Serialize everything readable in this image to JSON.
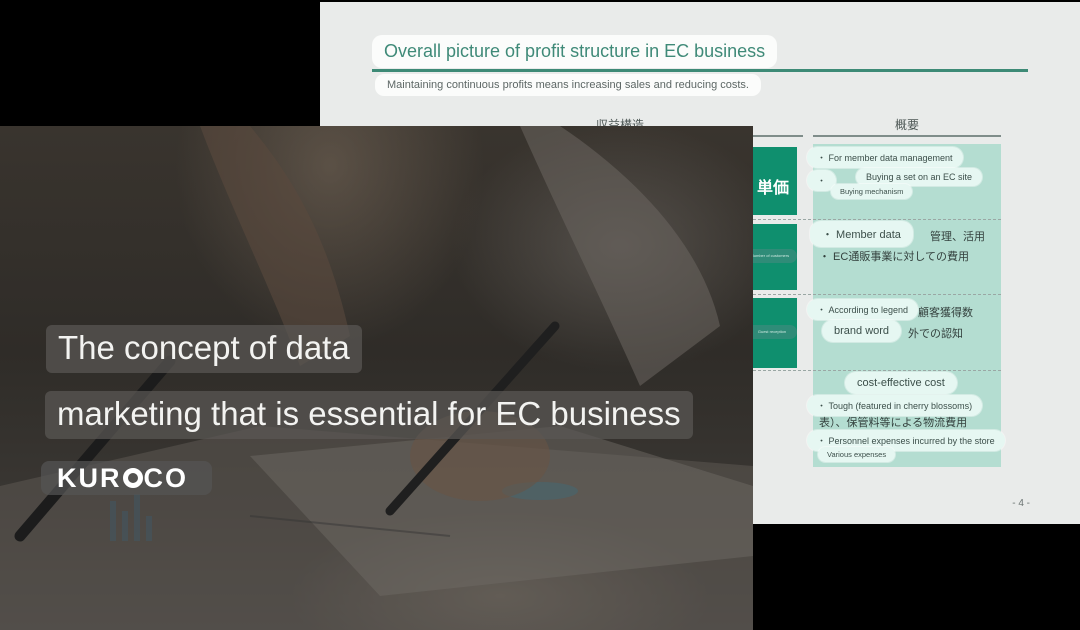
{
  "back_slide": {
    "title": "Overall picture of profit structure in EC business",
    "subtitle": "Maintaining continuous profits means increasing sales and reducing costs.",
    "col_left_header": "収益構造",
    "col_right_header": "概要",
    "block_label": "単価",
    "jp_lines": [
      "管理、活用",
      "・ EC通販事業に対しての費用",
      "顧客獲得数",
      "外での認知",
      "表）、保管料等による物流費用"
    ],
    "overlay_pills": [
      "・ For member data management",
      "・",
      "Buying a set on an EC site",
      "Buying mechanism",
      "・ Member data",
      "・ According to legend",
      "brand word",
      "cost-effective cost",
      "・ Tough (featured in cherry blossoms)",
      "・ Personnel expenses incurred by the store",
      "Various expenses"
    ],
    "mini_labels": [
      "Number of customers",
      "Guest reception"
    ],
    "page_number": "- 4 -",
    "accent_color": "#3d8a76"
  },
  "front_card": {
    "headline_line1": "The concept of data",
    "headline_line2": "marketing that is essential for EC business",
    "logo": {
      "part1": "KUR",
      "part2": "C",
      "part3": "O",
      "icon": "logo-ring-icon"
    }
  }
}
